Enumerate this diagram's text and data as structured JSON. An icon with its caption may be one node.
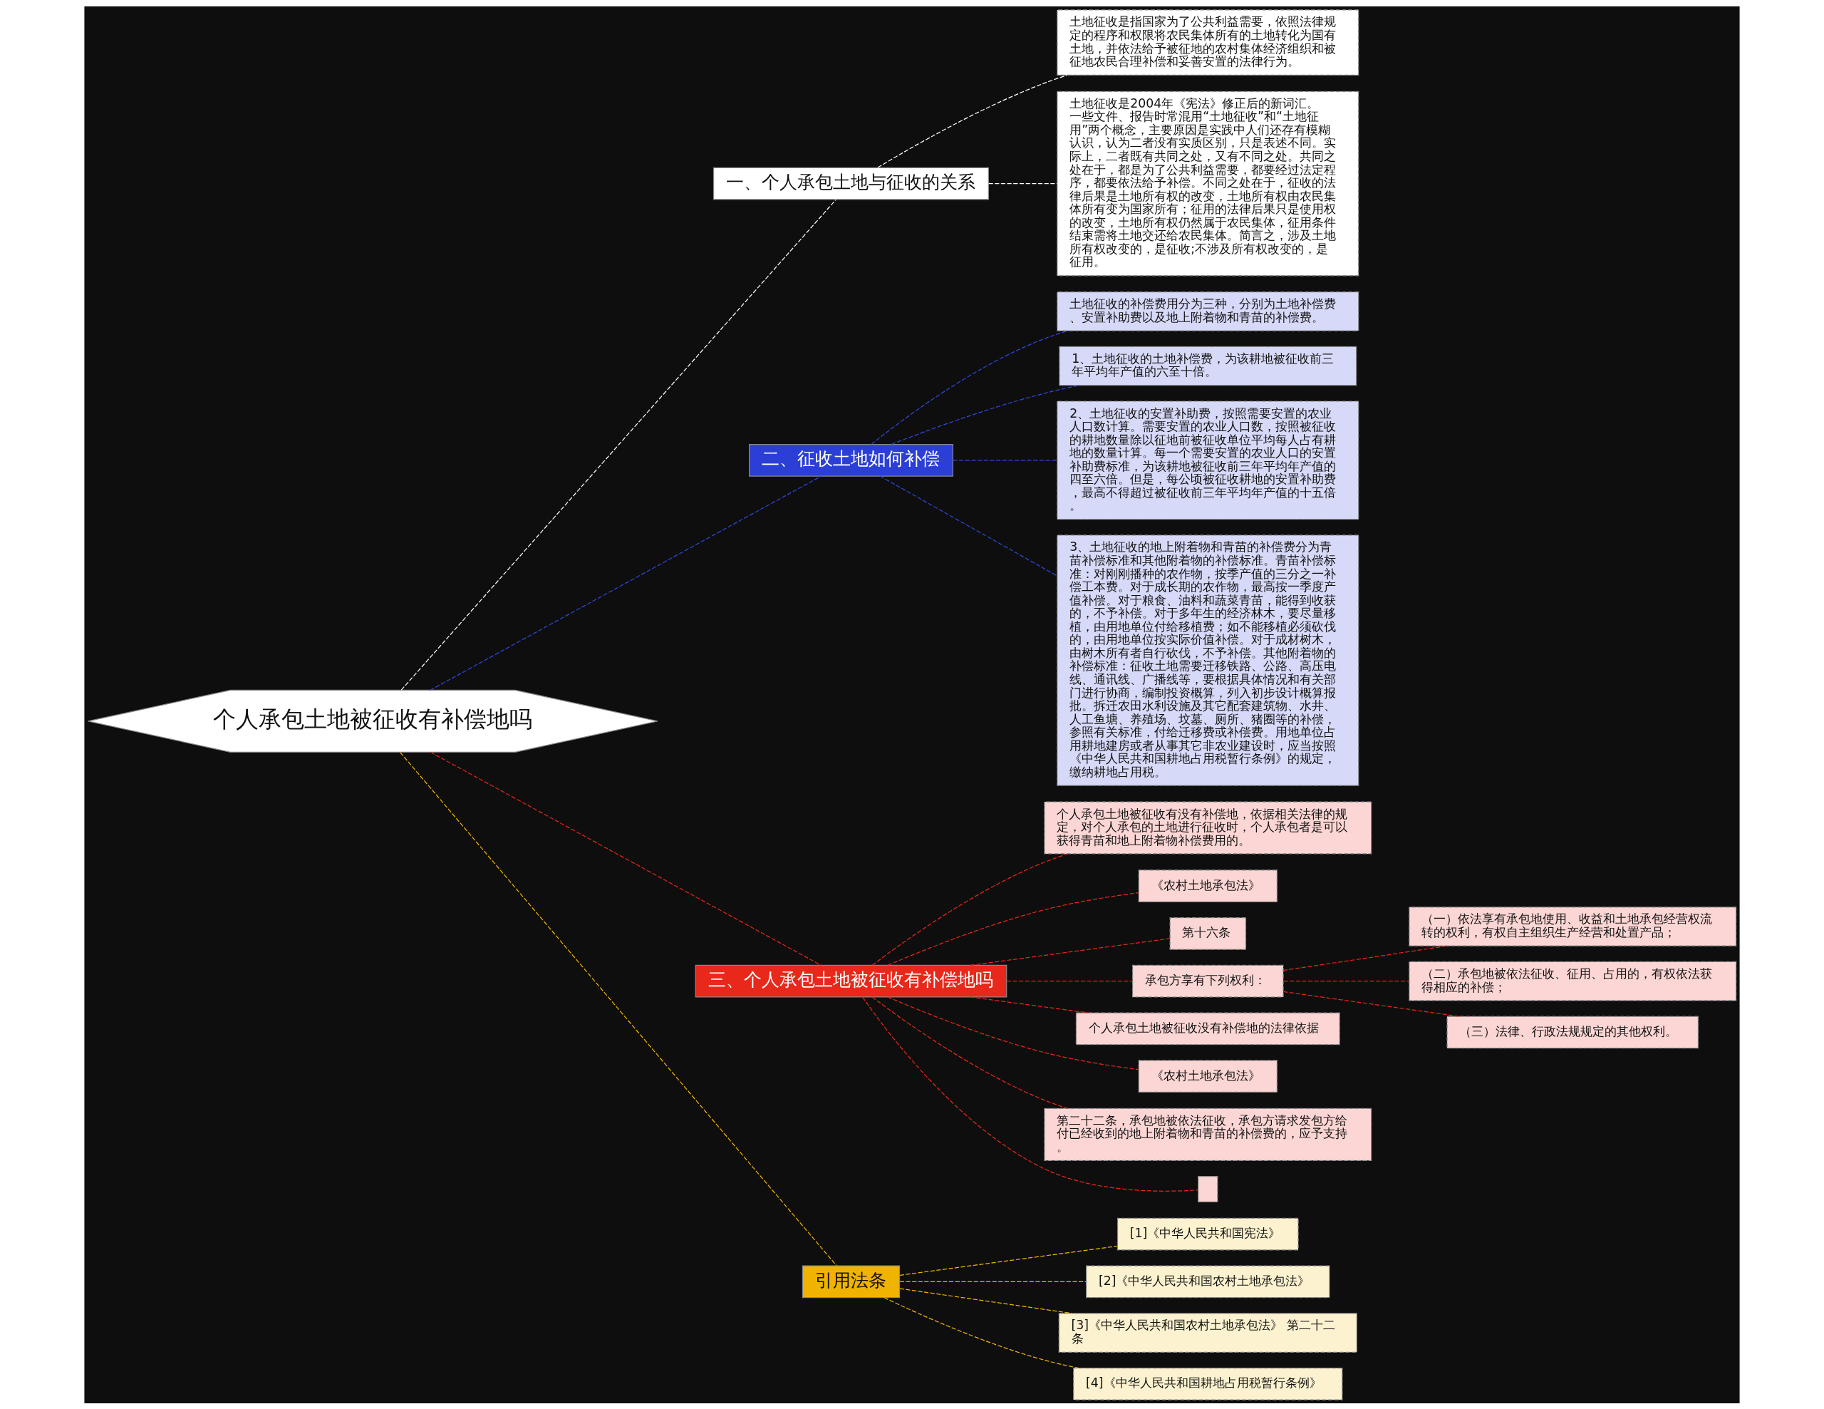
{
  "diagram": {
    "nodes": [
      {
        "text": [
          "个人承包土地被征收有补偿地吗"
        ]
      },
      {
        "text": [
          "一、个人承包土地与征收的关系"
        ]
      },
      {
        "text": [
          "土地征收是指国家为了公共利益需要，依照法律规定的程序和权限将农民集体所有的土地转化为国有土地，并依法给予被征地的农村集体经济组织和被征地农民合理补偿和妥善安置的法律行为。"
        ]
      },
      {
        "text": [
          "土地征收是2004年《宪法》修正后的新词汇。一些文件、报告时常混用“土地征收”和“土地征用”两个概念，主要原因是实践中人们还存有模糊认识，认为二者没有实质区别，只是表述不同。实际上，二者既有共同之处，又有不同之处。共同之处在于，都是为了公共利益需要，都要经过法定程序，都要依法给予补偿。不同之处在于，征收的法律后果是土地所有权的改变，土地所有权由农民集体所有变为国家所有；征用的法律后果只是使用权的改变，土地所有权仍然属于农民集体，征用条件结束需将土地交还给农民集体。简言之，涉及土地所有权改变的，是征收;不涉及所有权改变的，是征用。"
        ]
      },
      {
        "text": [
          "二、征收土地如何补偿"
        ]
      },
      {
        "text": [
          "土地征收的补偿费用分为三种，分别为土地补偿费、安置补助费以及地上附着物和青苗的补偿费。"
        ]
      },
      {
        "text": [
          "1、土地征收的土地补偿费，为该耕地被征收前三年平均年产值的六至十倍。"
        ]
      },
      {
        "text": [
          "2、土地征收的安置补助费，按照需要安置的农业人口数计算。需要安置的农业人口数，按照被征收的耕地数量除以征地前被征收单位平均每人占有耕地的数量计算。每一个需要安置的农业人口的安置补助费标准，为该耕地被征收前三年平均年产值的四至六倍。但是，每公顷被征收耕地的安置补助费，最高不得超过被征收前三年平均年产值的十五倍。"
        ]
      },
      {
        "text": [
          "3、土地征收的地上附着物和青苗的补偿费分为青苗补偿标准和其他附着物的补偿标准。青苗补偿标准：对刚刚播种的农作物，按季产值的三分之一补偿工本费。对于成长期的农作物，最高按一季度产值补偿。对于粮食、油料和蔬菜青苗，能得到收获的，不予补偿。对于多年生的经济林木，要尽量移植，由用地单位付给移植费；如不能移植必须砍伐的，由用地单位按实际价值补偿。对于成材树木，由树木所有者自行砍伐，不予补偿。其他附着物的补偿标准：征收土地需要迁移铁路、公路、高压电线、通讯线、广播线等，要根据具体情况和有关部门进行协商，编制投资概算，列入初步设计概算报批。拆迁农田水利设施及其它配套建筑物、水井、人工鱼塘、养殖场、坟墓、厕所、猪圈等的补偿，参照有关标准，付给迁移费或补偿费。用地单位占用耕地建房或者从事其它非农业建设时，应当按照《中华人民共和国耕地占用税暂行条例》的规定，缴纳耕地占用税。"
        ]
      },
      {
        "text": [
          "三、个人承包土地被征收有补偿地吗"
        ]
      },
      {
        "text": [
          "个人承包土地被征收有没有补偿地，依据相关法律的规定，对个人承包的土地进行征收时，个人承包者是可以获得青苗和地上附着物补偿费用的。"
        ]
      },
      {
        "text": [
          "《农村土地承包法》"
        ]
      },
      {
        "text": [
          "第十六条"
        ]
      },
      {
        "text": [
          "承包方享有下列权利："
        ]
      },
      {
        "text": [
          "（一）依法享有承包地使用、收益和土地承包经营权流转的权利，有权自主组织生产经营和处置产品；"
        ]
      },
      {
        "text": [
          "（二）承包地被依法征收、征用、占用的，有权依法获得相应的补偿；"
        ]
      },
      {
        "text": [
          "（三）法律、行政法规规定的其他权利。"
        ]
      },
      {
        "text": [
          "个人承包土地被征收没有补偿地的法律依据"
        ]
      },
      {
        "text": [
          "《农村土地承包法》"
        ]
      },
      {
        "text": [
          "第二十二条，承包地被依法征收，承包方请求发包方给付已经收到的地上附着物和青苗的补偿费的，应予支持。"
        ]
      },
      {
        "text": [],
        "shape": "box"
      },
      {
        "text": [
          "引用法条"
        ]
      },
      {
        "text": [
          "[1]《中华人民共和国宪法》"
        ]
      },
      {
        "text": [
          "[2]《中华人民共和国农村土地承包法》"
        ]
      },
      {
        "text": [
          "[3]《中华人民共和国农村土地承包法》 第二十二条"
        ]
      },
      {
        "text": [
          "[4]《中华人民共和国耕地占用税暂行条例》"
        ]
      }
    ],
    "edges": [
      {
        "from": 0,
        "to": 1,
        "arrow": "none",
        "style": "dashed",
        "color": "#ffffff"
      },
      {
        "from": 1,
        "to": 2,
        "arrow": "none",
        "style": "dashed",
        "color": "#ffffff"
      },
      {
        "from": 1,
        "to": 3,
        "arrow": "none",
        "style": "dashed",
        "color": "#ffffff"
      },
      {
        "from": 0,
        "to": 4,
        "arrow": "none",
        "style": "dashed",
        "color": "#3347e0"
      },
      {
        "from": 4,
        "to": 5,
        "arrow": "none",
        "style": "dashed",
        "color": "#3347e0"
      },
      {
        "from": 4,
        "to": 6,
        "arrow": "none",
        "style": "dashed",
        "color": "#3347e0"
      },
      {
        "from": 4,
        "to": 7,
        "arrow": "none",
        "style": "dashed",
        "color": "#3347e0"
      },
      {
        "from": 4,
        "to": 8,
        "arrow": "none",
        "style": "dashed",
        "color": "#3347e0"
      },
      {
        "from": 0,
        "to": 9,
        "arrow": "none",
        "style": "dashed"
      },
      {
        "from": 9,
        "to": 10,
        "arrow": "none",
        "style": "dashed"
      },
      {
        "from": 9,
        "to": 11,
        "arrow": "none",
        "style": "dashed"
      },
      {
        "from": 9,
        "to": 12,
        "arrow": "none",
        "style": "dashed"
      },
      {
        "from": 9,
        "to": 13,
        "arrow": "none",
        "style": "dashed"
      },
      {
        "from": 13,
        "to": 14,
        "arrow": "none",
        "style": "dashed"
      },
      {
        "from": 13,
        "to": 15,
        "arrow": "none",
        "style": "dashed"
      },
      {
        "from": 13,
        "to": 16,
        "arrow": "none",
        "style": "dashed"
      },
      {
        "from": 9,
        "to": 17,
        "arrow": "none",
        "style": "dashed"
      },
      {
        "from": 9,
        "to": 18,
        "arrow": "none",
        "style": "dashed"
      },
      {
        "from": 9,
        "to": 19,
        "arrow": "none",
        "style": "dashed"
      },
      {
        "from": 9,
        "to": 20,
        "arrow": "none",
        "style": "dashed"
      },
      {
        "from": 0,
        "to": 21,
        "arrow": "none",
        "style": "dashed",
        "color": "#f0b400"
      },
      {
        "from": 21,
        "to": 22,
        "arrow": "none",
        "style": "dashed",
        "color": "#f0b400"
      },
      {
        "from": 21,
        "to": 23,
        "arrow": "none",
        "style": "dashed",
        "color": "#f0b400"
      },
      {
        "from": 21,
        "to": 24,
        "arrow": "none",
        "style": "dashed",
        "color": "#f0b400"
      },
      {
        "from": 21,
        "to": 25,
        "arrow": "none",
        "style": "dashed",
        "color": "#f0b400"
      }
    ]
  }
}
